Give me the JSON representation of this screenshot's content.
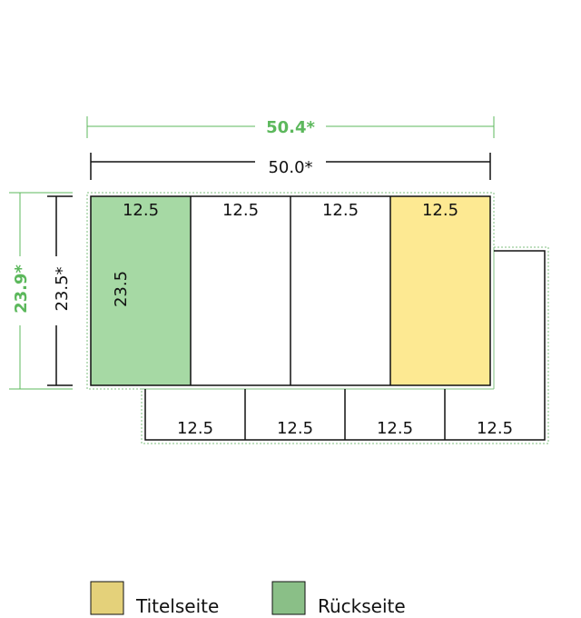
{
  "dimensions": {
    "outer_width": "50.4*",
    "inner_width": "50.0*",
    "outer_height": "23.9*",
    "inner_height": "23.5*"
  },
  "top_strip": {
    "panels": [
      {
        "label": "12.5"
      },
      {
        "label": "12.5"
      },
      {
        "label": "12.5"
      },
      {
        "label": "12.5"
      }
    ],
    "back_panel_height_label": "23.5"
  },
  "bottom_strip": {
    "panels": [
      {
        "label": "12.5"
      },
      {
        "label": "12.5"
      },
      {
        "label": "12.5"
      },
      {
        "label": "12.5"
      }
    ]
  },
  "legend": [
    {
      "label": "Titelseite",
      "color": "#e4d17a"
    },
    {
      "label": "Rückseite",
      "color": "#8abf87"
    }
  ],
  "colors": {
    "accent_green": "#5cb85c",
    "title_fill": "#fde992",
    "back_fill": "#a6d9a4",
    "line": "#111111",
    "dotted": "#7fbf7f"
  }
}
